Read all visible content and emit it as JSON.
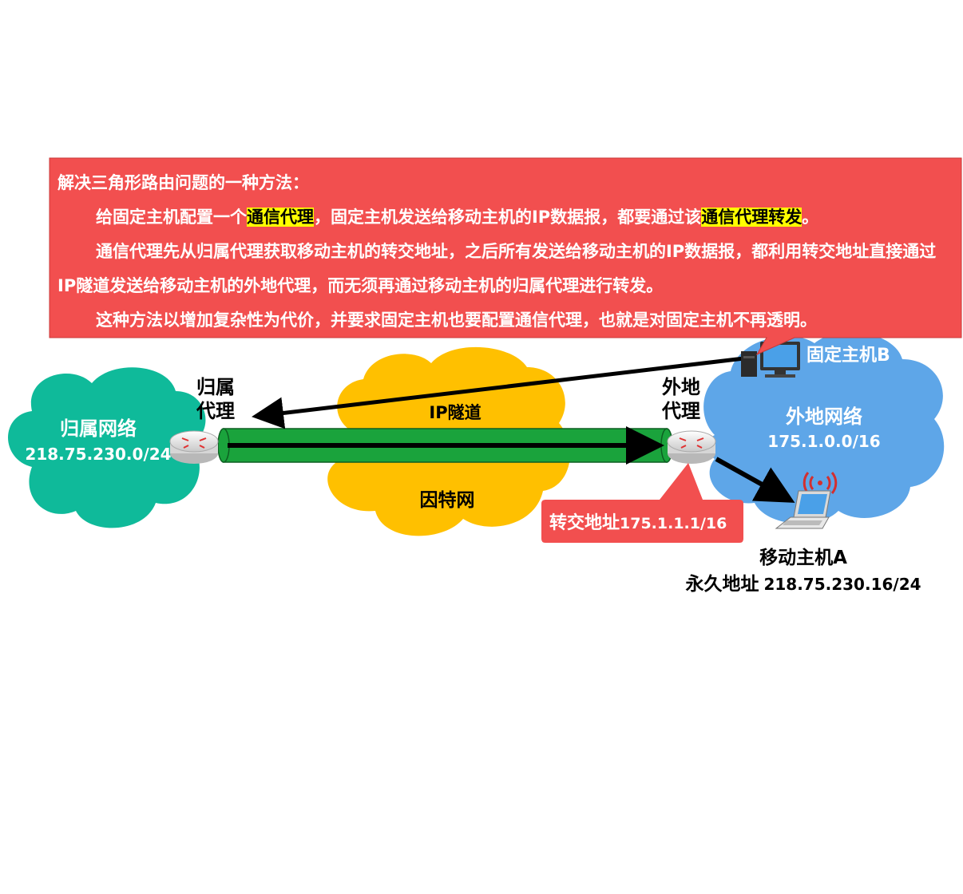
{
  "callout": {
    "title": "解决三角形路由问题的一种方法：",
    "p1_a": "给固定主机配置一个",
    "p1_hl1": "通信代理",
    "p1_b": "，固定主机发送给移动主机的IP数据报，都要通过该",
    "p1_hl2": "通信代理转发",
    "p1_c": "。",
    "p2": "通信代理先从归属代理获取移动主机的转交地址，之后所有发送给移动主机的IP数据报，都利用转交地址直接通过IP隧道发送给移动主机的外地代理，而无须再通过移动主机的归属代理进行转发。",
    "p3": "这种方法以增加复杂性为代价，并要求固定主机也要配置通信代理，也就是对固定主机不再透明。"
  },
  "home_network": {
    "name": "归属网络",
    "prefix": "218.75.230.0/24"
  },
  "home_agent": {
    "line1": "归属",
    "line2": "代理"
  },
  "internet": {
    "name": "因特网",
    "tunnel": "IP隧道"
  },
  "foreign_agent": {
    "line1": "外地",
    "line2": "代理"
  },
  "foreign_network": {
    "name": "外地网络",
    "prefix": "175.1.0.0/16"
  },
  "fixed_host": {
    "label": "固定主机B"
  },
  "care_of": {
    "label": "转交地址",
    "addr": "175.1.1.1/16"
  },
  "mobile_host": {
    "name": "移动主机A",
    "perm_label": "永久地址",
    "perm_addr": "218.75.230.16/24"
  },
  "colors": {
    "callout_bg": "#f24f4f",
    "highlight": "#ffff00",
    "home_cloud": "#0fba9a",
    "internet_cloud": "#ffc000",
    "foreign_cloud": "#5ea6e8",
    "tunnel": "#1aa33c"
  }
}
